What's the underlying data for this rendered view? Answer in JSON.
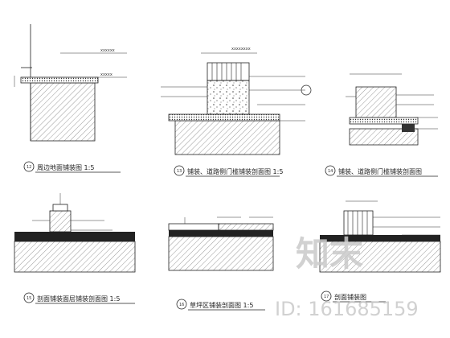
{
  "titles": [
    "周边地面铺装图  1:5",
    "铺装、道路侧门槛铺装剖面图  1:5",
    "铺装、道路侧门槛铺装剖面图",
    "剖面铺装面层铺装剖面图  1:5",
    "草坪区铺装剖面图  1:5",
    "剖面铺装图"
  ],
  "markers": [
    "12",
    "13",
    "14",
    "15",
    "16",
    "17"
  ],
  "watermark": {
    "logo_text": "知末",
    "id_text": "ID: 161685159"
  },
  "colors": {
    "line": "#222222",
    "hatch": "#555555",
    "watermark": "#c9c9c9"
  }
}
